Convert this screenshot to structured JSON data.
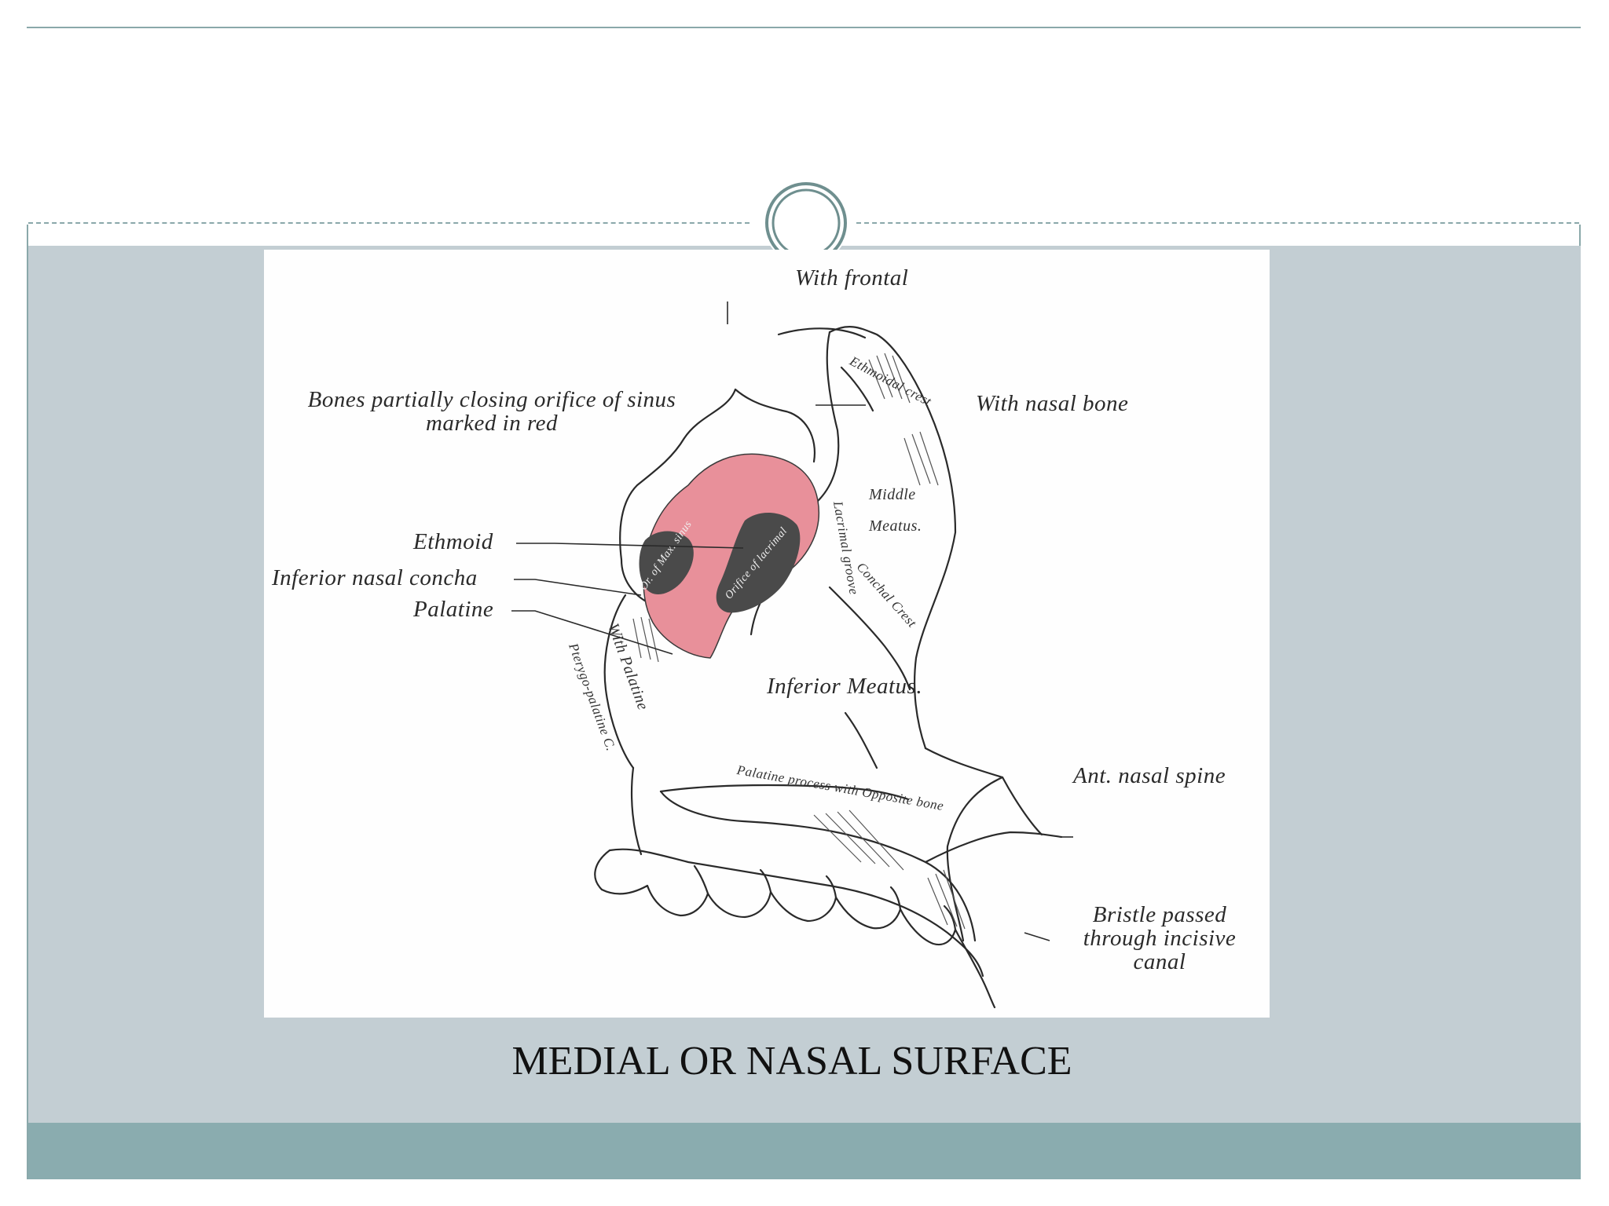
{
  "slide": {
    "title": "",
    "caption": "MEDIAL OR NASAL SURFACE"
  },
  "figure": {
    "labels": {
      "with_frontal": "With frontal",
      "with_nasal_bone": "With nasal bone",
      "bones_note": "Bones partially closing orifice of sinus\nmarked in red",
      "ethmoid": "Ethmoid",
      "inferior_nasal_concha": "Inferior nasal concha",
      "palatine": "Palatine",
      "middle_meatus": "Middle\nMeatus.",
      "inferior_meatus": "Inferior Meatus.",
      "ant_nasal_spine": "Ant. nasal spine",
      "bristle": "Bristle passed\nthrough incisive\ncanal",
      "ethmoidal_crest": "Ethmoidal crest",
      "conchal_crest": "Conchal Crest",
      "lacrimal_groove": "Lacrimal groove",
      "with_palatine": "With Palatine",
      "pterygo_palatine": "Pterygo-palatine C.",
      "palatine_process": "Palatine process with Opposite bone",
      "or_sinus": "Or. of Max. sinus",
      "orifice_lacrimal": "Orifice of lacrimal"
    },
    "colors": {
      "sinus_highlight": "#e8909a",
      "orifice_dark": "#4a4a4a",
      "bone_line": "#2a2a2a"
    }
  },
  "theme": {
    "band_color": "#c3ced3",
    "footer_color": "#8aacaf",
    "accent": "#8aa8aa"
  }
}
